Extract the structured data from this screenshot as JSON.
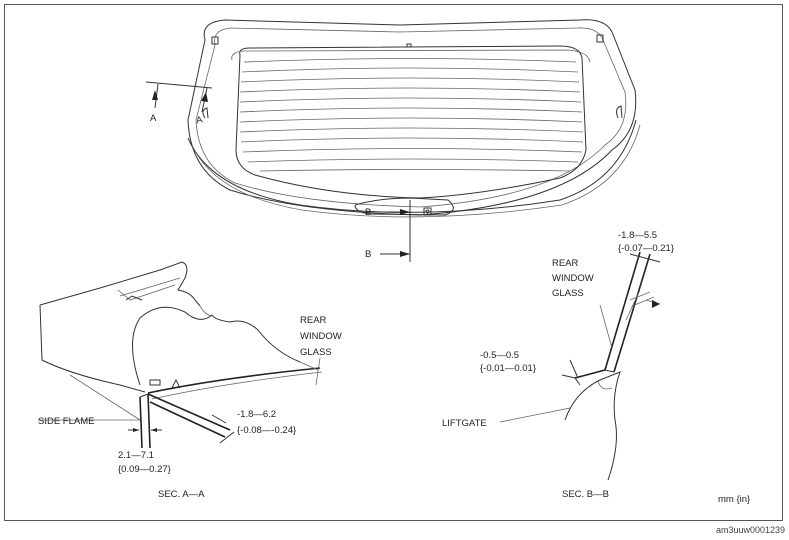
{
  "labels": {
    "section_a_marker_top": "A",
    "section_a_marker_bottom": "A",
    "section_b_marker_top": "B",
    "section_b_marker_bottom": "B",
    "rear_window_glass_a": [
      "REAR",
      "WINDOW",
      "GLASS"
    ],
    "rear_window_glass_b": [
      "REAR",
      "WINDOW",
      "GLASS"
    ],
    "side_flame": "SIDE FLAME",
    "liftgate": "LIFTGATE",
    "dim_a_gap": [
      "2.1—7.1",
      "{0.09—0.27}"
    ],
    "dim_a_flush": [
      "-1.8—6.2",
      "{-0.08—-0.24}"
    ],
    "dim_b_flush": [
      "-1.8—5.5",
      "{-0.07—0.21}"
    ],
    "dim_b_gap": [
      "-0.5—0.5",
      "{-0.01—0.01}"
    ],
    "sec_a": "SEC. A—A",
    "sec_b": "SEC. B—B",
    "units": "mm {in}"
  },
  "image_code": "am3uuw0001239"
}
